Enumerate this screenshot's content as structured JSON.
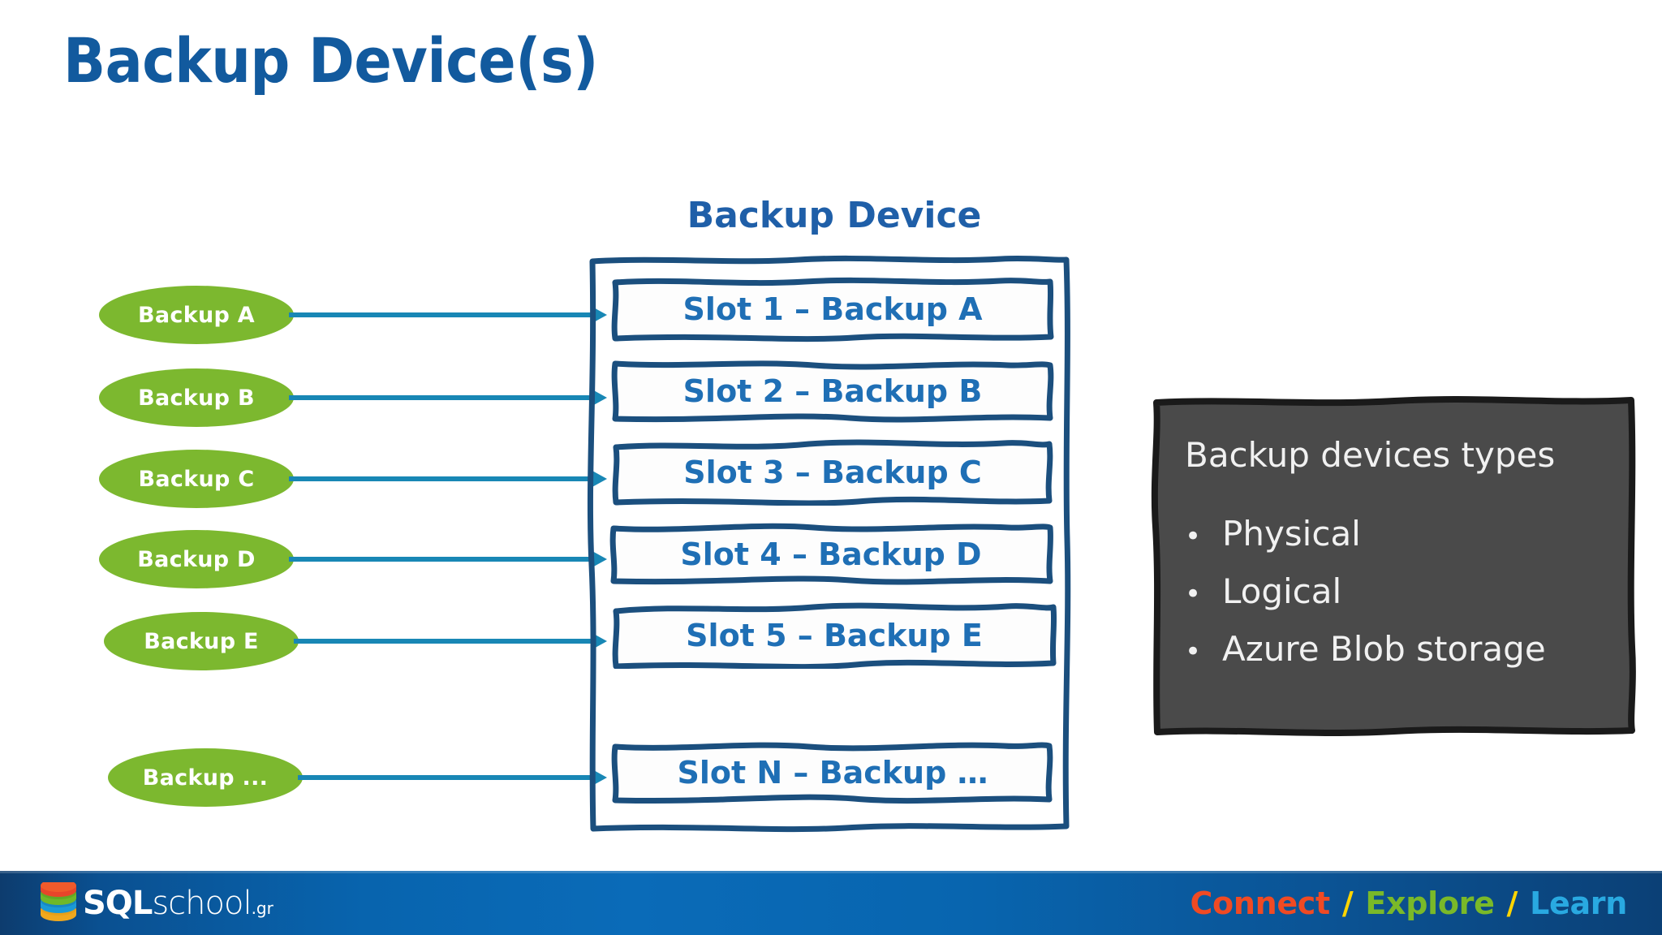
{
  "slide": {
    "title": "Backup Device(s)"
  },
  "diagram": {
    "heading": "Backup Device",
    "sources": [
      {
        "label": "Backup A"
      },
      {
        "label": "Backup B"
      },
      {
        "label": "Backup C"
      },
      {
        "label": "Backup D"
      },
      {
        "label": "Backup E"
      },
      {
        "label": "Backup ..."
      }
    ],
    "slots": [
      {
        "label": "Slot 1 – Backup A"
      },
      {
        "label": "Slot 2 – Backup B"
      },
      {
        "label": "Slot 3 – Backup C"
      },
      {
        "label": "Slot 4 – Backup D"
      },
      {
        "label": "Slot 5 – Backup E"
      },
      {
        "label": "Slot N – Backup …"
      }
    ]
  },
  "callout": {
    "title": "Backup devices types",
    "bullet_glyph": "•",
    "items": [
      {
        "label": "Physical"
      },
      {
        "label": "Logical"
      },
      {
        "label": "Azure Blob storage"
      }
    ]
  },
  "footer": {
    "logo": {
      "sql": "SQL",
      "school": "school",
      "tld": ".gr"
    },
    "tagline": {
      "connect": "Connect",
      "sep1": "/",
      "explore": "Explore",
      "sep2": "/",
      "learn": "Learn"
    }
  },
  "colors": {
    "title_blue": "#125A9E",
    "sketch_navy": "#1B4F7E",
    "slot_text_blue": "#1F6FB5",
    "ellipse_green": "#7CB82F",
    "connector_teal": "#1887B5",
    "callout_fill": "#4A4A4A",
    "callout_border": "#1A1A1A",
    "footer_blue": "#0864AE",
    "connect_red": "#F04A23",
    "explore_green": "#7AB929",
    "learn_blue": "#29A9E1",
    "separator_yellow": "#FFD500"
  }
}
